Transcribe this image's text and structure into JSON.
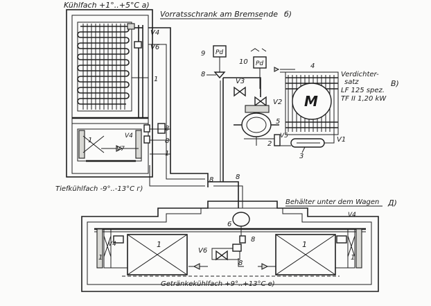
{
  "labels": {
    "top_left": "Kühlfach +1°..+5°C a)",
    "top_center": "Vorratsschrank am Bremsende",
    "top_center_b": "б)",
    "unit_title": "Verdichter-",
    "unit_title_2": "satz",
    "unit_spec": "LF 125 spez.",
    "unit_power": "TF II 1,20 kW",
    "unit_letter": "B)",
    "freezer": "Tiefkühlfach  -9°..-13°C г)",
    "container": "Behälter unter dem Wagen",
    "container_letter": "Д)",
    "beverage": "Getränkekühlfach +9°..+13°C e)",
    "motor": "M"
  },
  "parts": {
    "n1": "1",
    "n2": "2",
    "n3": "3",
    "n4": "4",
    "n5": "5",
    "n6": "6",
    "n8": "8",
    "n9": "9",
    "n10": "10",
    "v1": "V1",
    "v2": "V2",
    "v3": "V3",
    "v4": "V4",
    "v5": "V5",
    "v6": "V6",
    "v7": "V7",
    "pd": "Pd"
  }
}
